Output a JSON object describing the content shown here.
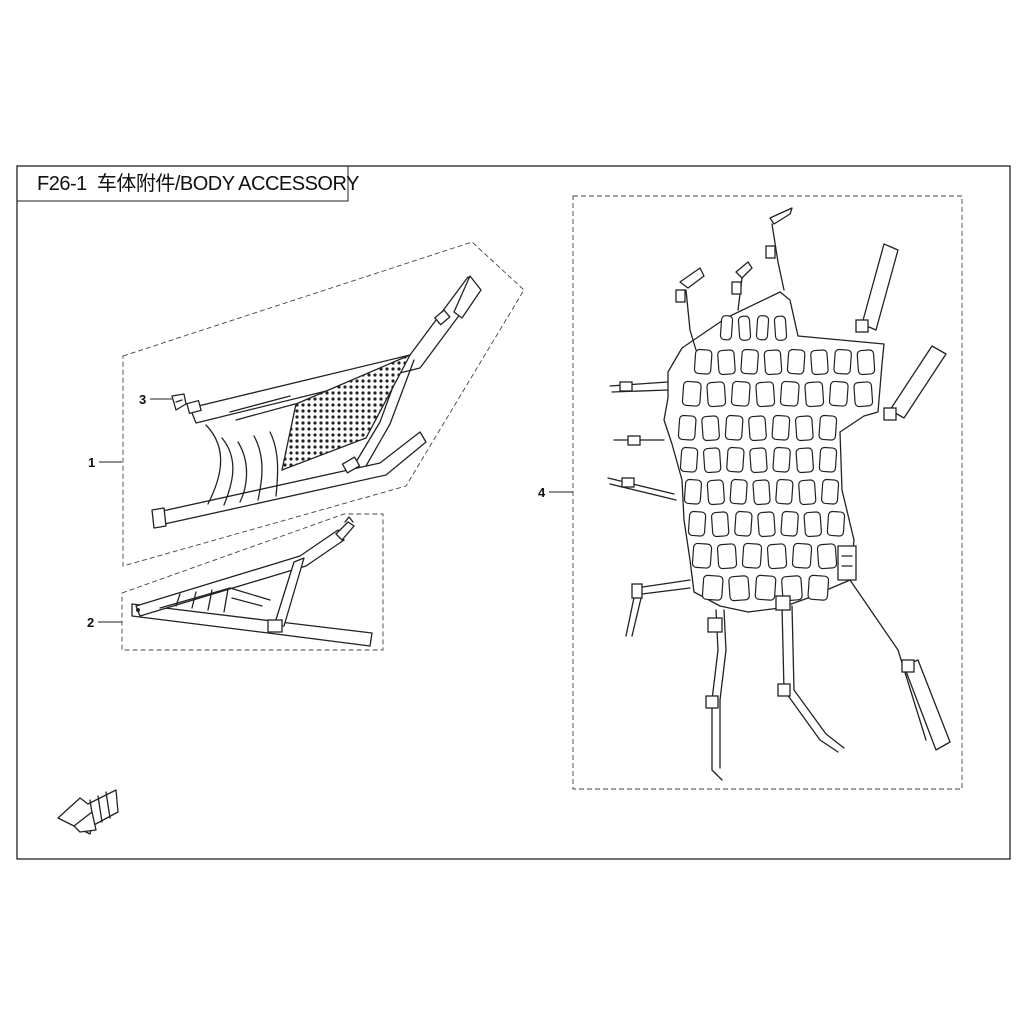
{
  "header": {
    "title": "F26-1  车体附件/BODY ACCESSORY"
  },
  "callouts": [
    {
      "id": "1",
      "label": "1"
    },
    {
      "id": "2",
      "label": "2"
    },
    {
      "id": "3",
      "label": "3"
    },
    {
      "id": "4",
      "label": "4"
    }
  ]
}
